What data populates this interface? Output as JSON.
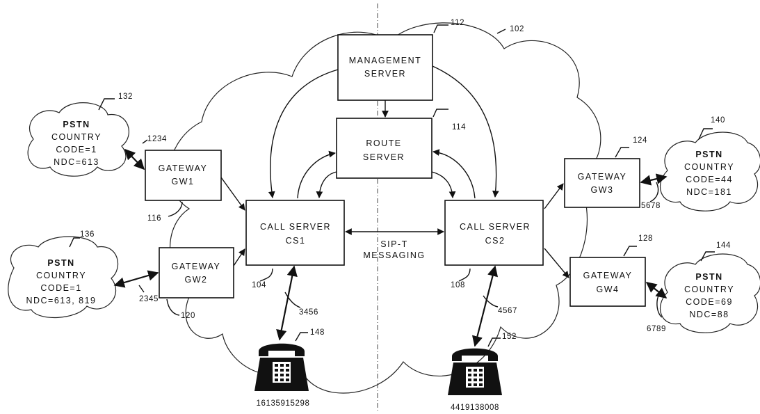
{
  "main_cloud_ref": "102",
  "management_server": {
    "line1": "MANAGEMENT",
    "line2": "SERVER",
    "ref": "112"
  },
  "route_server": {
    "line1": "ROUTE",
    "line2": "SERVER",
    "ref": "114"
  },
  "call_server_1": {
    "line1": "CALL SERVER",
    "line2": "CS1",
    "ref": "104",
    "link_ref": "3456"
  },
  "call_server_2": {
    "line1": "CALL SERVER",
    "line2": "CS2",
    "ref": "108",
    "link_ref": "4567"
  },
  "sip": {
    "line1": "SIP-T",
    "line2": "MESSAGING"
  },
  "gateways": {
    "gw1": {
      "line1": "GATEWAY",
      "line2": "GW1",
      "ref": "116",
      "link_ref": "1234"
    },
    "gw2": {
      "line1": "GATEWAY",
      "line2": "GW2",
      "ref": "120",
      "link_ref": "2345"
    },
    "gw3": {
      "line1": "GATEWAY",
      "line2": "GW3",
      "ref": "124",
      "link_ref": "5678"
    },
    "gw4": {
      "line1": "GATEWAY",
      "line2": "GW4",
      "ref": "128",
      "link_ref": "6789"
    }
  },
  "pstn": {
    "p132": {
      "title": "PSTN",
      "l1": "COUNTRY",
      "l2": "CODE=1",
      "l3": "NDC=613",
      "ref": "132"
    },
    "p136": {
      "title": "PSTN",
      "l1": "COUNTRY",
      "l2": "CODE=1",
      "l3": "NDC=613, 819",
      "ref": "136"
    },
    "p140": {
      "title": "PSTN",
      "l1": "COUNTRY",
      "l2": "CODE=44",
      "l3": "NDC=181",
      "ref": "140"
    },
    "p144": {
      "title": "PSTN",
      "l1": "COUNTRY",
      "l2": "CODE=69",
      "l3": "NDC=88",
      "ref": "144"
    }
  },
  "phones": {
    "left": {
      "ref": "148",
      "number": "16135915298"
    },
    "right": {
      "ref": "152",
      "number": "4419138008"
    }
  }
}
